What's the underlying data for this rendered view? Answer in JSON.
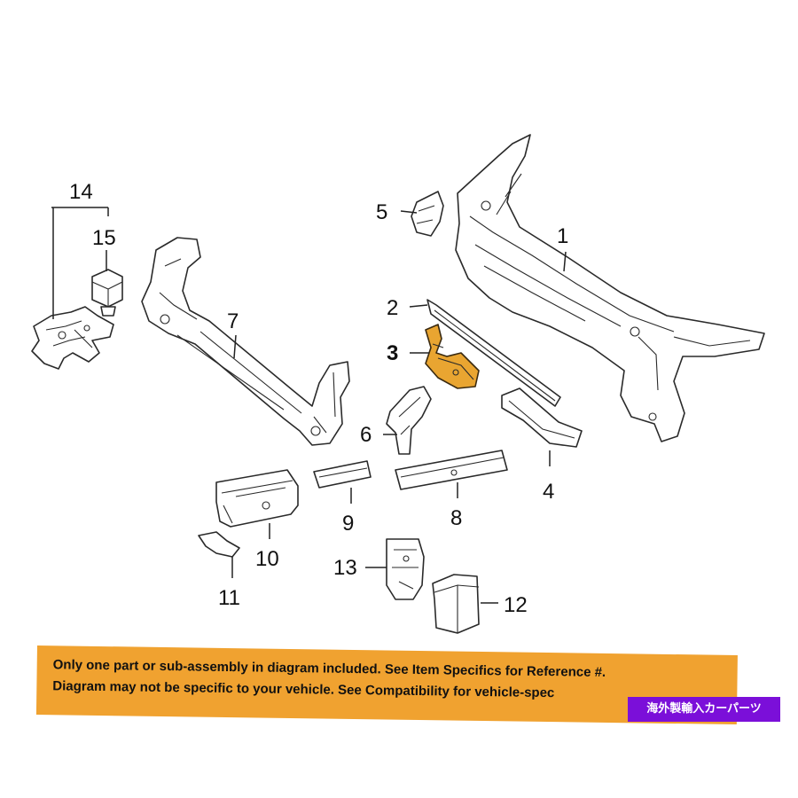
{
  "callouts": {
    "c1": "1",
    "c2": "2",
    "c3": "3",
    "c4": "4",
    "c5": "5",
    "c6": "6",
    "c7": "7",
    "c8": "8",
    "c9": "9",
    "c10": "10",
    "c11": "11",
    "c12": "12",
    "c13": "13",
    "c14": "14",
    "c15": "15"
  },
  "highlighted_part": "3",
  "highlight_color": "#e9a531",
  "disclaimer": {
    "line1": "Only one part or sub-assembly in diagram included. See Item Specifics for Reference #.",
    "line2": "Diagram may not be specific to your vehicle. See Compatibility for vehicle-spec",
    "color": "#f0a230"
  },
  "watermark": {
    "text": "海外製輸入カーパーツ",
    "color": "#7b0fd9"
  }
}
